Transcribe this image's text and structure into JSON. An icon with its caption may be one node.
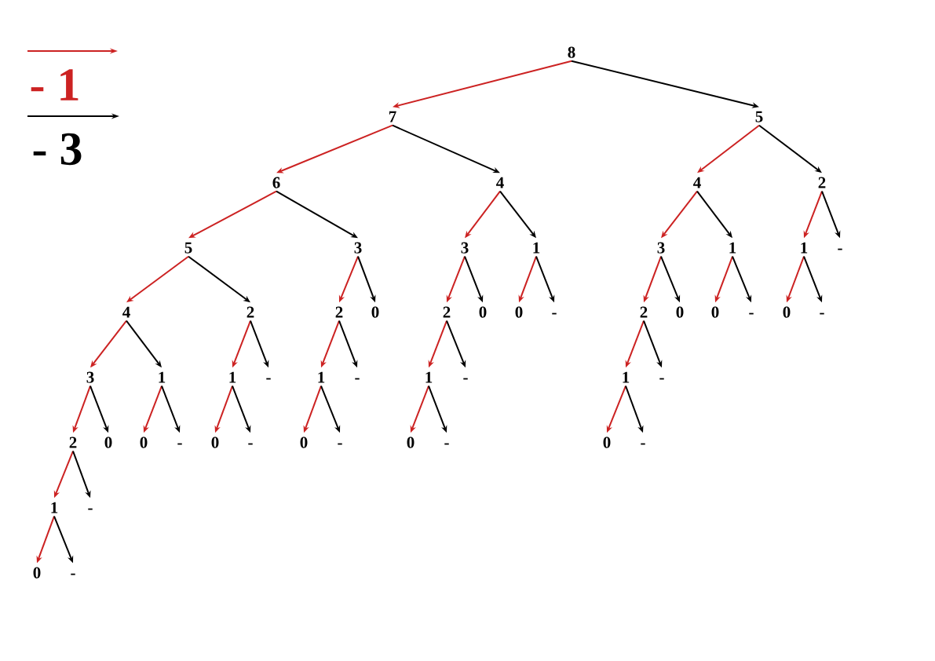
{
  "diagram": {
    "nodes": [
      {
        "text": [
          "8"
        ]
      },
      {
        "text": [
          "7"
        ]
      },
      {
        "text": [
          "5"
        ]
      },
      {
        "text": [
          "6"
        ]
      },
      {
        "text": [
          "4"
        ]
      },
      {
        "text": [
          "4"
        ]
      },
      {
        "text": [
          "2"
        ]
      },
      {
        "text": [
          "5"
        ]
      },
      {
        "text": [
          "3"
        ]
      },
      {
        "text": [
          "3"
        ]
      },
      {
        "text": [
          "1"
        ]
      },
      {
        "text": [
          "3"
        ]
      },
      {
        "text": [
          "1"
        ]
      },
      {
        "text": [
          "1"
        ]
      },
      {
        "text": [
          "-"
        ]
      },
      {
        "text": [
          "4"
        ]
      },
      {
        "text": [
          "2"
        ]
      },
      {
        "text": [
          "2"
        ]
      },
      {
        "text": [
          "0"
        ]
      },
      {
        "text": [
          "2"
        ]
      },
      {
        "text": [
          "0"
        ]
      },
      {
        "text": [
          "0"
        ]
      },
      {
        "text": [
          "-"
        ]
      },
      {
        "text": [
          "2"
        ]
      },
      {
        "text": [
          "0"
        ]
      },
      {
        "text": [
          "0"
        ]
      },
      {
        "text": [
          "-"
        ]
      },
      {
        "text": [
          "0"
        ]
      },
      {
        "text": [
          "-"
        ]
      },
      {
        "text": [
          "3"
        ]
      },
      {
        "text": [
          "1"
        ]
      },
      {
        "text": [
          "1"
        ]
      },
      {
        "text": [
          "-"
        ]
      },
      {
        "text": [
          "1"
        ]
      },
      {
        "text": [
          "-"
        ]
      },
      {
        "text": [
          "1"
        ]
      },
      {
        "text": [
          "-"
        ]
      },
      {
        "text": [
          "1"
        ]
      },
      {
        "text": [
          "-"
        ]
      },
      {
        "text": [
          "2"
        ]
      },
      {
        "text": [
          "0"
        ]
      },
      {
        "text": [
          "0"
        ]
      },
      {
        "text": [
          "-"
        ]
      },
      {
        "text": [
          "0"
        ]
      },
      {
        "text": [
          "-"
        ]
      },
      {
        "text": [
          "0"
        ]
      },
      {
        "text": [
          "-"
        ]
      },
      {
        "text": [
          "0"
        ]
      },
      {
        "text": [
          "-"
        ]
      },
      {
        "text": [
          "0"
        ]
      },
      {
        "text": [
          "-"
        ]
      },
      {
        "text": [
          "1"
        ]
      },
      {
        "text": [
          "-"
        ]
      },
      {
        "text": [
          "0"
        ]
      },
      {
        "text": [
          "-"
        ]
      }
    ],
    "edges": [
      {
        "from": 0,
        "to": 1,
        "arrow": "to",
        "color": "#cc2222"
      },
      {
        "from": 0,
        "to": 2,
        "arrow": "to",
        "color": "#000000"
      },
      {
        "from": 1,
        "to": 3,
        "arrow": "to",
        "color": "#cc2222"
      },
      {
        "from": 1,
        "to": 4,
        "arrow": "to",
        "color": "#000000"
      },
      {
        "from": 2,
        "to": 5,
        "arrow": "to",
        "color": "#cc2222"
      },
      {
        "from": 2,
        "to": 6,
        "arrow": "to",
        "color": "#000000"
      },
      {
        "from": 3,
        "to": 7,
        "arrow": "to",
        "color": "#cc2222"
      },
      {
        "from": 3,
        "to": 8,
        "arrow": "to",
        "color": "#000000"
      },
      {
        "from": 4,
        "to": 9,
        "arrow": "to",
        "color": "#cc2222"
      },
      {
        "from": 4,
        "to": 10,
        "arrow": "to",
        "color": "#000000"
      },
      {
        "from": 5,
        "to": 11,
        "arrow": "to",
        "color": "#cc2222"
      },
      {
        "from": 5,
        "to": 12,
        "arrow": "to",
        "color": "#000000"
      },
      {
        "from": 6,
        "to": 13,
        "arrow": "to",
        "color": "#cc2222"
      },
      {
        "from": 6,
        "to": 14,
        "arrow": "to",
        "color": "#000000"
      },
      {
        "from": 7,
        "to": 15,
        "arrow": "to",
        "color": "#cc2222"
      },
      {
        "from": 7,
        "to": 16,
        "arrow": "to",
        "color": "#000000"
      },
      {
        "from": 8,
        "to": 17,
        "arrow": "to",
        "color": "#cc2222"
      },
      {
        "from": 8,
        "to": 18,
        "arrow": "to",
        "color": "#000000"
      },
      {
        "from": 9,
        "to": 19,
        "arrow": "to",
        "color": "#cc2222"
      },
      {
        "from": 9,
        "to": 20,
        "arrow": "to",
        "color": "#000000"
      },
      {
        "from": 10,
        "to": 21,
        "arrow": "to",
        "color": "#cc2222"
      },
      {
        "from": 10,
        "to": 22,
        "arrow": "to",
        "color": "#000000"
      },
      {
        "from": 11,
        "to": 23,
        "arrow": "to",
        "color": "#cc2222"
      },
      {
        "from": 11,
        "to": 24,
        "arrow": "to",
        "color": "#000000"
      },
      {
        "from": 12,
        "to": 25,
        "arrow": "to",
        "color": "#cc2222"
      },
      {
        "from": 12,
        "to": 26,
        "arrow": "to",
        "color": "#000000"
      },
      {
        "from": 13,
        "to": 27,
        "arrow": "to",
        "color": "#cc2222"
      },
      {
        "from": 13,
        "to": 28,
        "arrow": "to",
        "color": "#000000"
      },
      {
        "from": 15,
        "to": 29,
        "arrow": "to",
        "color": "#cc2222"
      },
      {
        "from": 15,
        "to": 30,
        "arrow": "to",
        "color": "#000000"
      },
      {
        "from": 16,
        "to": 31,
        "arrow": "to",
        "color": "#cc2222"
      },
      {
        "from": 16,
        "to": 32,
        "arrow": "to",
        "color": "#000000"
      },
      {
        "from": 17,
        "to": 33,
        "arrow": "to",
        "color": "#cc2222"
      },
      {
        "from": 17,
        "to": 34,
        "arrow": "to",
        "color": "#000000"
      },
      {
        "from": 19,
        "to": 35,
        "arrow": "to",
        "color": "#cc2222"
      },
      {
        "from": 19,
        "to": 36,
        "arrow": "to",
        "color": "#000000"
      },
      {
        "from": 23,
        "to": 37,
        "arrow": "to",
        "color": "#cc2222"
      },
      {
        "from": 23,
        "to": 38,
        "arrow": "to",
        "color": "#000000"
      },
      {
        "from": 29,
        "to": 39,
        "arrow": "to",
        "color": "#cc2222"
      },
      {
        "from": 29,
        "to": 40,
        "arrow": "to",
        "color": "#000000"
      },
      {
        "from": 30,
        "to": 41,
        "arrow": "to",
        "color": "#cc2222"
      },
      {
        "from": 30,
        "to": 42,
        "arrow": "to",
        "color": "#000000"
      },
      {
        "from": 31,
        "to": 43,
        "arrow": "to",
        "color": "#cc2222"
      },
      {
        "from": 31,
        "to": 44,
        "arrow": "to",
        "color": "#000000"
      },
      {
        "from": 33,
        "to": 45,
        "arrow": "to",
        "color": "#cc2222"
      },
      {
        "from": 33,
        "to": 46,
        "arrow": "to",
        "color": "#000000"
      },
      {
        "from": 35,
        "to": 47,
        "arrow": "to",
        "color": "#cc2222"
      },
      {
        "from": 35,
        "to": 48,
        "arrow": "to",
        "color": "#000000"
      },
      {
        "from": 37,
        "to": 49,
        "arrow": "to",
        "color": "#cc2222"
      },
      {
        "from": 37,
        "to": 50,
        "arrow": "to",
        "color": "#000000"
      },
      {
        "from": 39,
        "to": 51,
        "arrow": "to",
        "color": "#cc2222"
      },
      {
        "from": 39,
        "to": 52,
        "arrow": "to",
        "color": "#000000"
      },
      {
        "from": 51,
        "to": 53,
        "arrow": "to",
        "color": "#cc2222"
      },
      {
        "from": 51,
        "to": 54,
        "arrow": "to",
        "color": "#000000"
      }
    ],
    "legend": [
      {
        "text": "- 1"
      },
      {
        "text": "- 3"
      }
    ]
  }
}
